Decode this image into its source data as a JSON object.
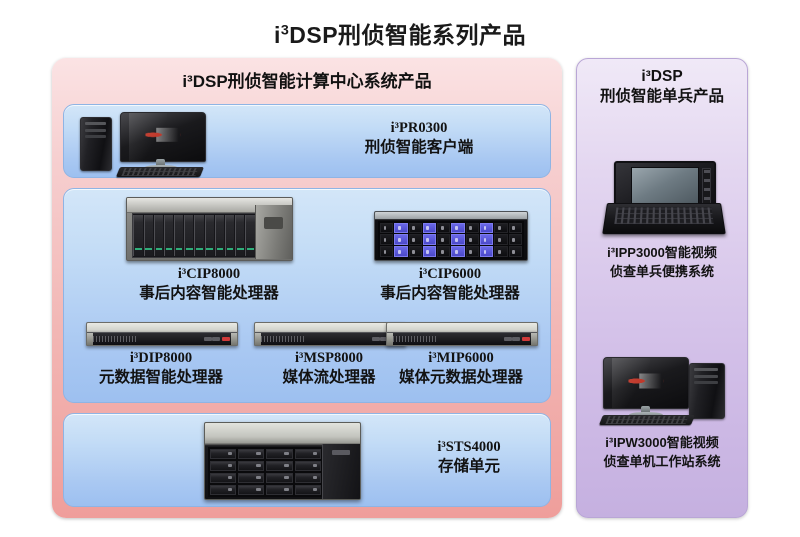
{
  "page": {
    "title_prefix": "i",
    "title_sup": "3",
    "title_rest": "DSP刑侦智能系列产品"
  },
  "left_panel": {
    "title": "i³DSP刑侦智能计算中心系统产品",
    "accent_color": "#f2b6b4",
    "box_color": "#a9c8f2",
    "groups": [
      {
        "id": "client",
        "products": [
          {
            "model": "i³PR0300",
            "desc": "刑侦智能客户端",
            "device": "desktop-pc"
          }
        ]
      },
      {
        "id": "processors",
        "products": [
          {
            "model": "i³CIP8000",
            "desc": "事后内容智能处理器",
            "device": "blade-chassis"
          },
          {
            "model": "i³CIP6000",
            "desc": "事后内容智能处理器",
            "device": "rack-server"
          },
          {
            "model": "i³DIP8000",
            "desc": "元数据智能处理器",
            "device": "1u-server"
          },
          {
            "model": "i³MSP8000",
            "desc": "媒体流处理器",
            "device": "1u-server"
          },
          {
            "model": "i³MIP6000",
            "desc": "媒体元数据处理器",
            "device": "1u-server"
          }
        ]
      },
      {
        "id": "storage",
        "products": [
          {
            "model": "i³STS4000",
            "desc": "存储单元",
            "device": "storage-array"
          }
        ]
      }
    ]
  },
  "right_panel": {
    "title_line1": "i³DSP",
    "title_line2": "刑侦智能单兵产品",
    "accent_color": "#c5b0e0",
    "products": [
      {
        "line1": "i³IPP3000智能视频",
        "line2": "侦查单兵便携系统",
        "device": "rugged-portable"
      },
      {
        "line1": "i³IPW3000智能视频",
        "line2": "侦查单机工作站系统",
        "device": "workstation"
      }
    ]
  }
}
